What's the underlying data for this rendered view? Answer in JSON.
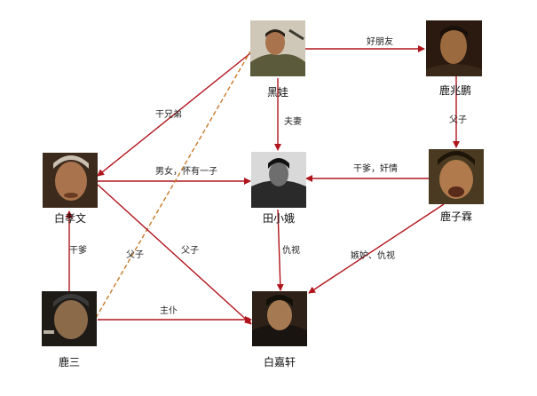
{
  "nodes": {
    "heiwa": {
      "label": "黑娃"
    },
    "lu_zhaopeng": {
      "label": "鹿兆鹏"
    },
    "bai_xiaowen": {
      "label": "白孝文"
    },
    "tian_xiao_e": {
      "label": "田小娥"
    },
    "lu_zilin": {
      "label": "鹿子霖"
    },
    "lu_san": {
      "label": "鹿三"
    },
    "bai_jiaxuan": {
      "label": "白嘉轩"
    }
  },
  "edges": {
    "heiwa_luzhaopeng": {
      "label": "好朋友"
    },
    "heiwa_baixiaowen": {
      "label": "干兄弟"
    },
    "heiwa_tianxiaoe": {
      "label": "夫妻"
    },
    "luzhaopeng_luzilin": {
      "label": "父子"
    },
    "baixiaowen_tianxiaoe": {
      "label": "男女，怀有一子"
    },
    "luzilin_tianxiaoe": {
      "label": "干爹，奸情"
    },
    "lusan_heiwa": {
      "label": "父子"
    },
    "baixiaowen_baijiaxuan": {
      "label": "父子"
    },
    "tianxiaoe_baijiaxuan": {
      "label": "仇视"
    },
    "luzilin_baijiaxuan": {
      "label": "嫉妒、仇视"
    },
    "lusan_baixiaowen": {
      "label": "干爹"
    },
    "lusan_baijiaxuan": {
      "label": "主仆"
    }
  },
  "colors": {
    "arrow": "#b0151c",
    "dashed": "#c87a2a"
  }
}
